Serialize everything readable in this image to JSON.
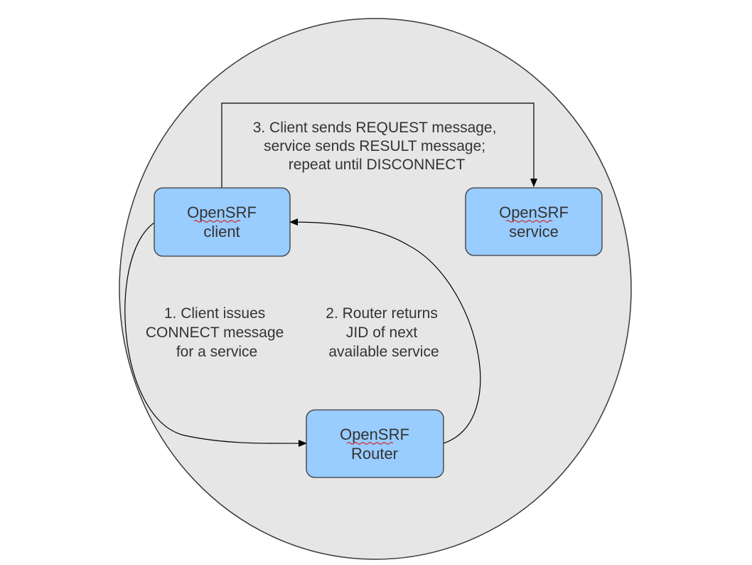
{
  "nodes": {
    "client": {
      "name": "OpenSRF",
      "role": "client"
    },
    "service": {
      "name": "OpenSRF",
      "role": "service"
    },
    "router": {
      "name": "OpenSRF",
      "role": "Router"
    }
  },
  "steps": {
    "request": {
      "lines": [
        "3. Client sends REQUEST message,",
        "service sends RESULT message;",
        "repeat until DISCONNECT"
      ]
    },
    "connect": {
      "lines": [
        "1. Client issues",
        "CONNECT message",
        "for a service"
      ]
    },
    "router_return": {
      "lines": [
        "2. Router returns",
        "JID of next",
        "available service"
      ]
    }
  },
  "colors": {
    "boundary_fill": "#e6e6e6",
    "boundary_stroke": "#3a3a3a",
    "box_fill": "#99ccff",
    "box_stroke": "#3a3a3a",
    "text": "#333333",
    "arrow": "#000000",
    "spellcheck_underline": "#d22020"
  }
}
